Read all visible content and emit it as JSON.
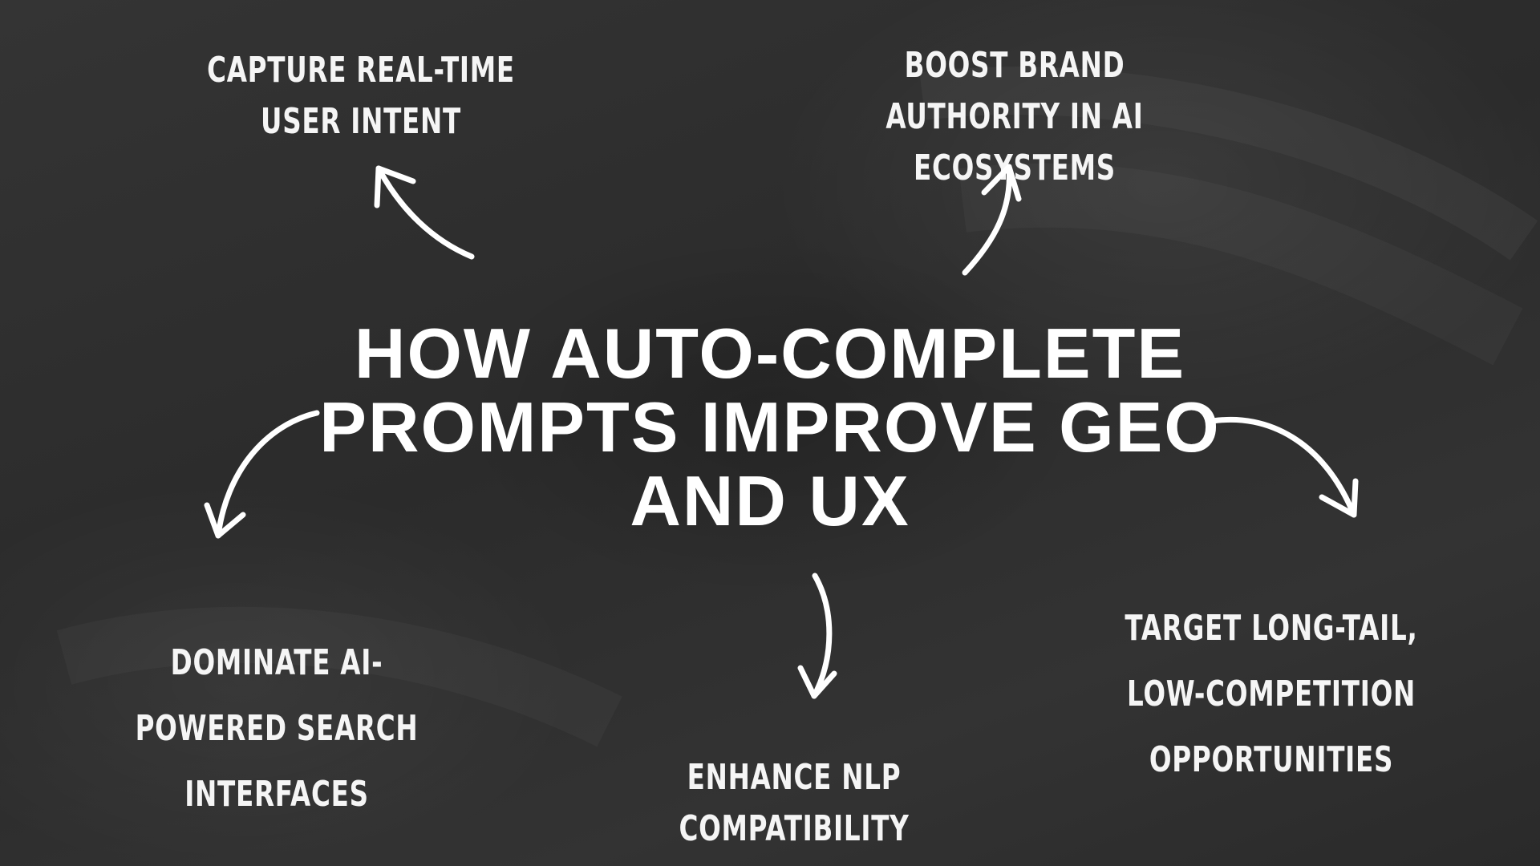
{
  "diagram": {
    "center": {
      "title": "HOW AUTO-COMPLETE PROMPTS IMPROVE GEO AND UX"
    },
    "nodes": [
      {
        "id": "capture",
        "text": "CAPTURE REAL-TIME USER INTENT"
      },
      {
        "id": "boost",
        "text": "BOOST BRAND AUTHORITY IN AI ECOSYSTEMS"
      },
      {
        "id": "dominate",
        "text": "DOMINATE AI-POWERED SEARCH INTERFACES"
      },
      {
        "id": "enhance",
        "text": "ENHANCE NLP COMPATIBILITY"
      },
      {
        "id": "target",
        "text": "TARGET LONG-TAIL, LOW-COMPETITION OPPORTUNITIES"
      }
    ],
    "edges": [
      {
        "from": "center",
        "to": "capture"
      },
      {
        "from": "center",
        "to": "boost"
      },
      {
        "from": "center",
        "to": "dominate"
      },
      {
        "from": "center",
        "to": "enhance"
      },
      {
        "from": "center",
        "to": "target"
      }
    ],
    "colors": {
      "background": "#2f2f2f",
      "chalk": "#ffffff"
    }
  }
}
